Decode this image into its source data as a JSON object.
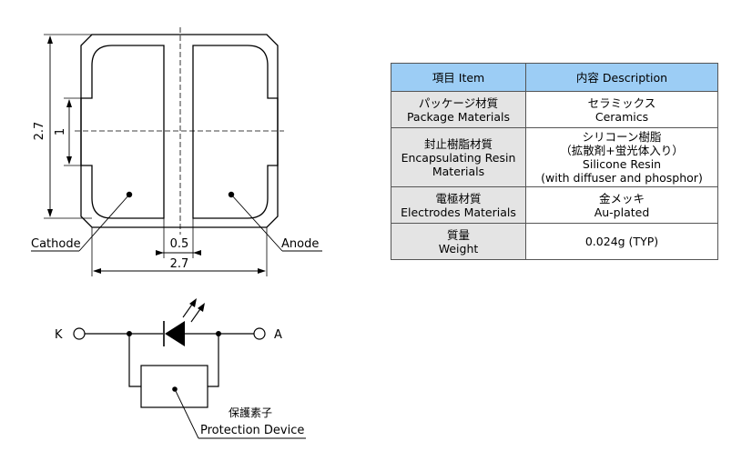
{
  "drawing": {
    "dim_height": "2.7",
    "dim_inner": "1",
    "dim_gap": "0.5",
    "dim_width": "2.7",
    "label_cathode": "Cathode",
    "label_anode": "Anode"
  },
  "circuit": {
    "label_k": "K",
    "label_a": "A",
    "protection_jp": "保護素子",
    "protection_en": "Protection Device"
  },
  "table": {
    "header_item": "項目 Item",
    "header_desc": "内容 Description",
    "rows": [
      {
        "item": [
          "パッケージ材質",
          "Package Materials"
        ],
        "desc": [
          "セラミックス",
          "Ceramics"
        ]
      },
      {
        "item": [
          "封止樹脂材質",
          "Encapsulating Resin",
          "Materials"
        ],
        "desc": [
          "シリコーン樹脂",
          "（拡散剤+蛍光体入り）",
          "Silicone Resin",
          "(with diffuser and phosphor)"
        ]
      },
      {
        "item": [
          "電極材質",
          "Electrodes Materials"
        ],
        "desc": [
          "金メッキ",
          "Au-plated"
        ]
      },
      {
        "item": [
          "質量",
          "Weight"
        ],
        "desc": [
          "0.024g (TYP)"
        ]
      }
    ]
  }
}
